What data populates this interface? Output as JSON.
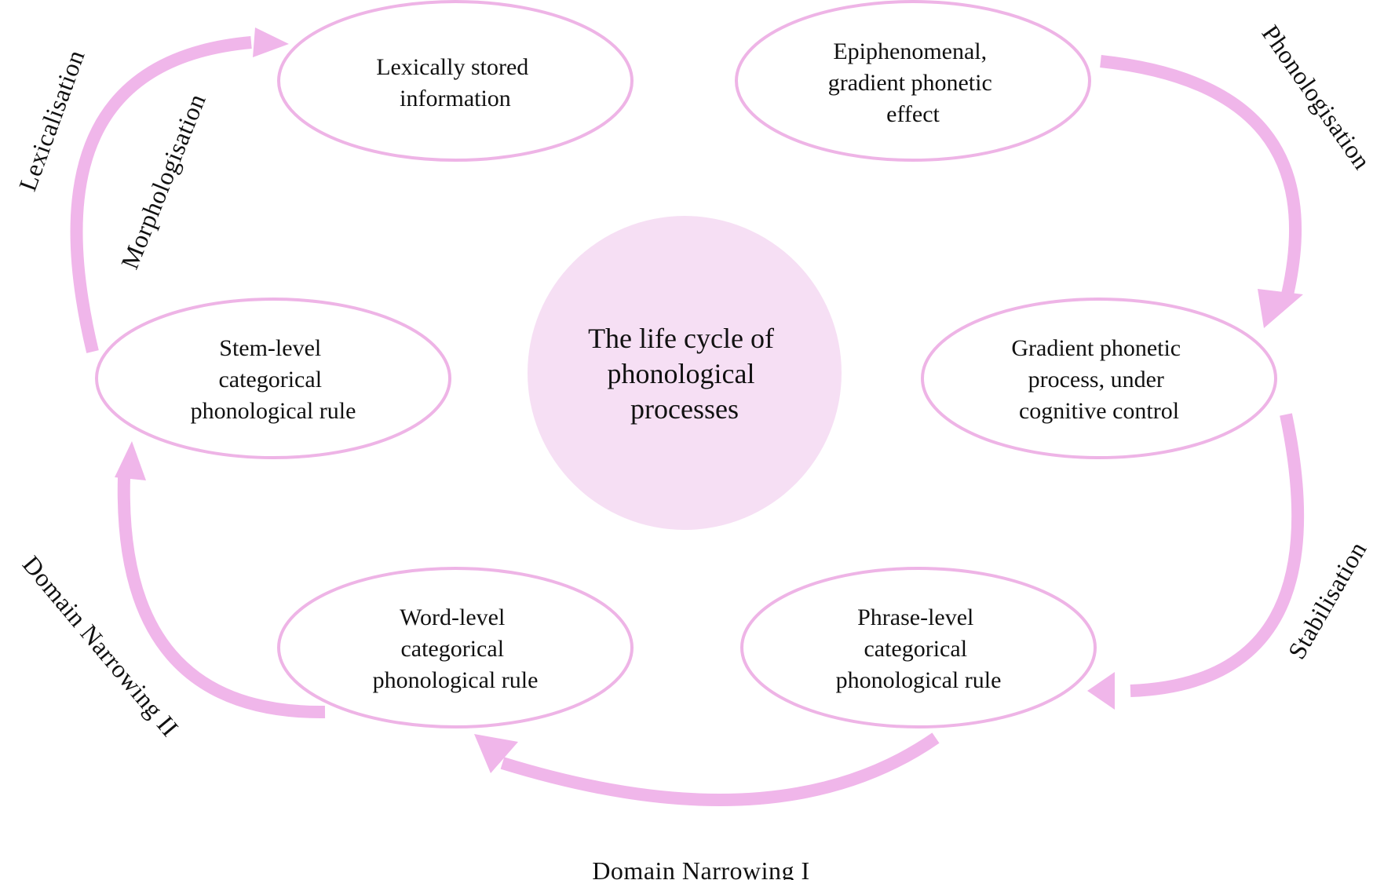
{
  "colors": {
    "ellipse_stroke": "#eeb4e6",
    "arrow": "#f0b6ea",
    "center_fill": "#f6dff4",
    "text": "#111111"
  },
  "center": {
    "lines": [
      "The life cycle of",
      "phonological",
      "processes"
    ]
  },
  "nodes": {
    "lexical": {
      "lines": [
        "Lexically stored",
        "information"
      ]
    },
    "epiphenomenal": {
      "lines": [
        "Epiphenomenal,",
        "gradient phonetic",
        "effect"
      ]
    },
    "gradient": {
      "lines": [
        "Gradient phonetic",
        "process, under",
        "cognitive control"
      ]
    },
    "phrase": {
      "lines": [
        "Phrase-level",
        "categorical",
        "phonological rule"
      ]
    },
    "word": {
      "lines": [
        "Word-level",
        "categorical",
        "phonological rule"
      ]
    },
    "stem": {
      "lines": [
        "Stem-level",
        "categorical",
        "phonological rule"
      ]
    }
  },
  "processes": {
    "phonologisation": {
      "label": "Phonologisation"
    },
    "stabilisation": {
      "label": "Stabilisation"
    },
    "domain_narrowing_1": {
      "label": "Domain Narrowing I"
    },
    "domain_narrowing_2": {
      "label": "Domain Narrowing II"
    },
    "morphologisation": {
      "label": "Morphologisation"
    },
    "lexicalisation": {
      "label": "Lexicalisation"
    }
  }
}
